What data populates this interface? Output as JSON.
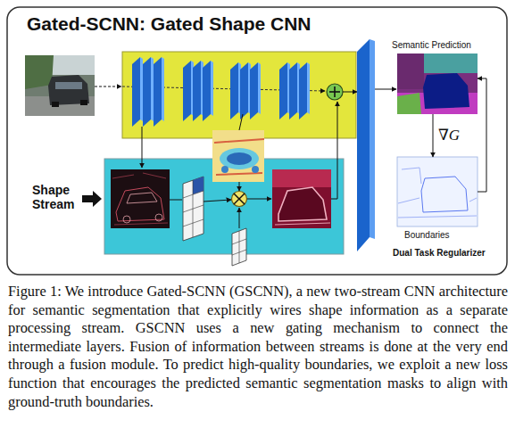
{
  "diagram": {
    "title": "Gated-SCNN: Gated Shape CNN",
    "caption": "Figure 1: We introduce Gated-SCNN (GSCNN), a new two-stream CNN architecture for semantic segmentation that explicitly wires shape information as a separate processing stream. GSCNN uses a new gating mechanism to connect the intermediate layers. Fusion of information between streams is done at the very end through a fusion module. To predict high-quality boundaries, we exploit a new loss function that encourages the predicted semantic segmentation masks to align with ground-truth boundaries.",
    "nodes": [
      {
        "text": [
          "Semantic Prediction"
        ]
      },
      {
        "text": [
          "Boundaries"
        ]
      }
    ],
    "edges": [
      {
        "from": 0,
        "to": 1,
        "label": "∇G",
        "arrow": "to"
      },
      {
        "from": 1,
        "to": 0,
        "arrow": "to"
      }
    ],
    "labels": [
      "Shape Stream",
      "Dual Task Regularizer"
    ]
  }
}
